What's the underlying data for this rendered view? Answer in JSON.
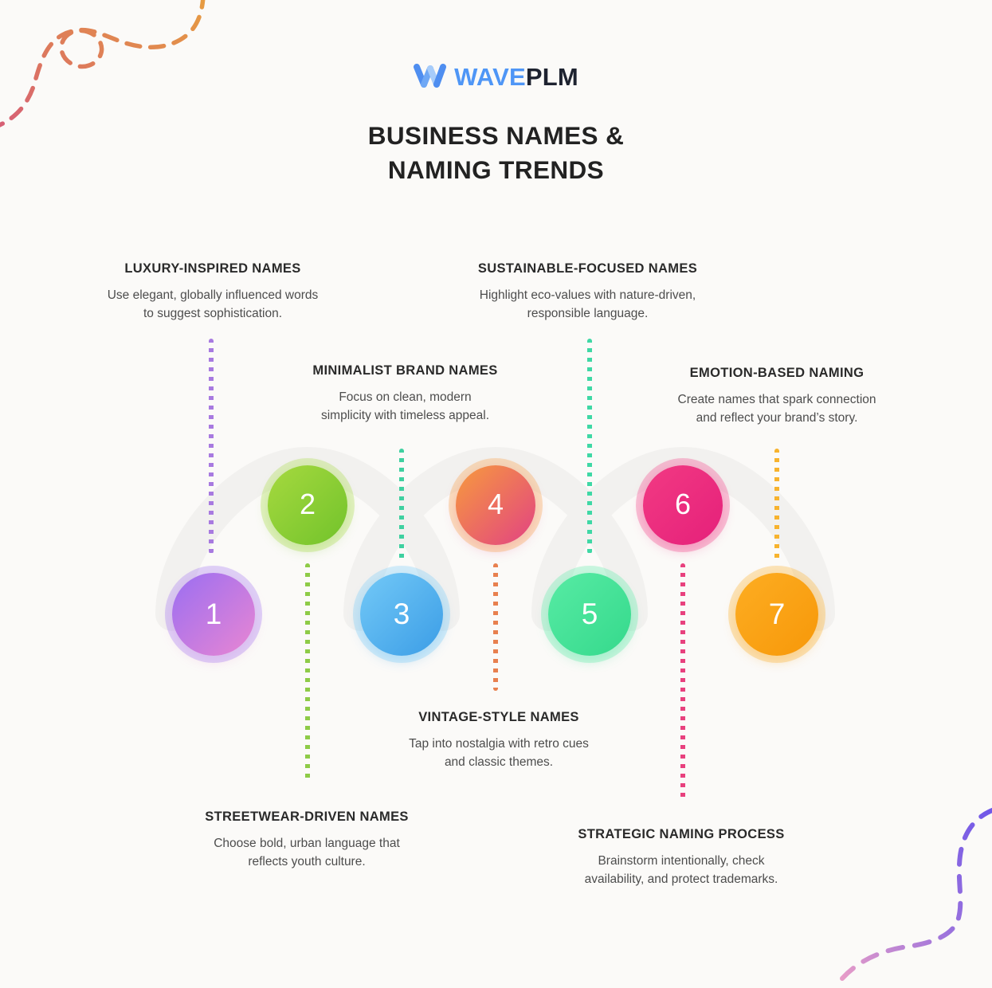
{
  "brand": {
    "logo_icon": "wave-w-logo",
    "name_part1": "WAVE",
    "name_part2": "PLM",
    "accent_color": "#4f96f6"
  },
  "header": {
    "title_line1": "BUSINESS NAMES &",
    "title_line2": "NAMING TRENDS"
  },
  "background_color": "#fbfaf8",
  "decorations": [
    {
      "name": "dashed-spiral-top-left",
      "colors": [
        "#e8a23c",
        "#d4567e"
      ]
    },
    {
      "name": "dashed-curve-bottom-right",
      "colors": [
        "#7b5fe8",
        "#e08cc4"
      ]
    }
  ],
  "steps": [
    {
      "number": "1",
      "title": "LUXURY-INSPIRED NAMES",
      "desc_line1": "Use elegant, globally influenced words",
      "desc_line2": "to suggest sophistication.",
      "color_from": "#9a6ef2",
      "color_to": "#e986d2",
      "dot_color": "#a87ae0",
      "position": "low",
      "label_side": "above"
    },
    {
      "number": "2",
      "title": "MINIMALIST BRAND NAMES",
      "desc_line1": "Focus on clean, modern",
      "desc_line2": "simplicity with timeless appeal.",
      "color_from": "#a6d93f",
      "color_to": "#72c32b",
      "dot_color": "#8ecb47",
      "position": "high",
      "label_side": "below"
    },
    {
      "number": "3",
      "title": "STREETWEAR-DRIVEN NAMES",
      "desc_line1": "Choose bold, urban language that",
      "desc_line2": "reflects youth culture.",
      "color_from": "#73c9f7",
      "color_to": "#3b9de6",
      "dot_color": "#3fd0a0",
      "position": "low",
      "label_side": "below"
    },
    {
      "number": "4",
      "title": "VINTAGE-STYLE NAMES",
      "desc_line1": "Tap into nostalgia with retro cues",
      "desc_line2": "and classic themes.",
      "color_from": "#f79b3d",
      "color_to": "#e24283",
      "dot_color": "#e8804f",
      "position": "high",
      "label_side": "below"
    },
    {
      "number": "5",
      "title": "SUSTAINABLE-FOCUSED NAMES",
      "desc_line1": "Highlight eco-values with nature-driven,",
      "desc_line2": "responsible language.",
      "color_from": "#57eba4",
      "color_to": "#35d98c",
      "dot_color": "#3fd8a5",
      "position": "low",
      "label_side": "above"
    },
    {
      "number": "6",
      "title": "STRATEGIC NAMING PROCESS",
      "desc_line1": "Brainstorm intentionally, check",
      "desc_line2": "availability, and protect trademarks.",
      "color_from": "#f23a83",
      "color_to": "#e5207a",
      "dot_color": "#e8417e",
      "position": "high",
      "label_side": "below"
    },
    {
      "number": "7",
      "title": "EMOTION-BASED NAMING",
      "desc_line1": "Create names that spark connection",
      "desc_line2": "and reflect your brand’s story.",
      "color_from": "#fdad22",
      "color_to": "#f79809",
      "dot_color": "#f7b32e",
      "position": "low",
      "label_side": "above"
    }
  ]
}
